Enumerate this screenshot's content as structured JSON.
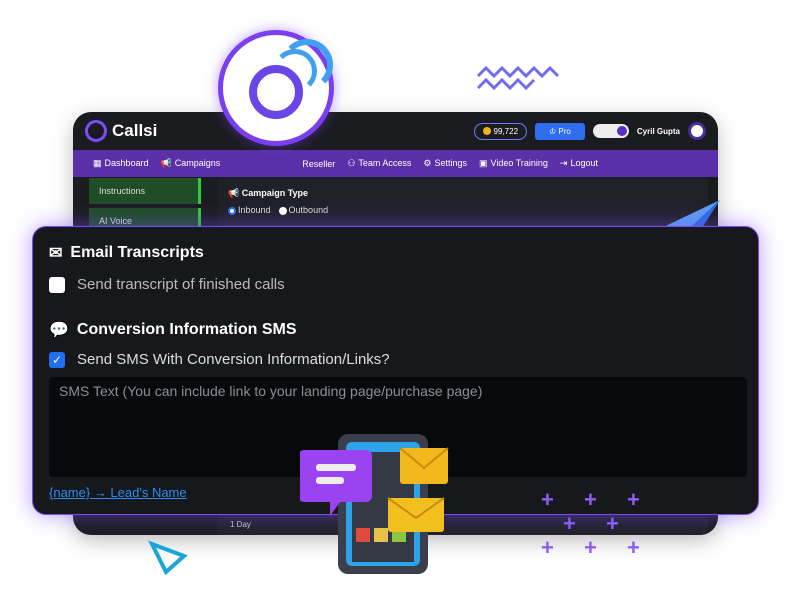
{
  "app": {
    "name": "Callsi",
    "credits": "99,722",
    "pro_label": "Pro",
    "user": "Cyril Gupta"
  },
  "nav": [
    {
      "label": "Dashboard",
      "icon": "grid-icon"
    },
    {
      "label": "Campaigns",
      "icon": "megaphone-icon"
    },
    {
      "label": "Reseller",
      "icon": "store-icon"
    },
    {
      "label": "Team Access",
      "icon": "team-icon"
    },
    {
      "label": "Settings",
      "icon": "gear-icon"
    },
    {
      "label": "Video Training",
      "icon": "video-icon"
    },
    {
      "label": "Logout",
      "icon": "logout-icon"
    }
  ],
  "sidebar": [
    {
      "label": "Instructions"
    },
    {
      "label": "AI Voice"
    }
  ],
  "campaign": {
    "title": "Campaign Type",
    "options": [
      "Inbound",
      "Outbound"
    ],
    "selected": "Inbound",
    "duration": "1 Day"
  },
  "card": {
    "email_title": "Email Transcripts",
    "email_check": "Send transcript of finished calls",
    "email_checked": false,
    "sms_title": "Conversion Information SMS",
    "sms_check": "Send SMS With Conversion Information/Links?",
    "sms_checked": true,
    "sms_placeholder": "SMS Text (You can include link to your landing page/purchase page)",
    "hint_link": "{name} → Lead's Name"
  }
}
